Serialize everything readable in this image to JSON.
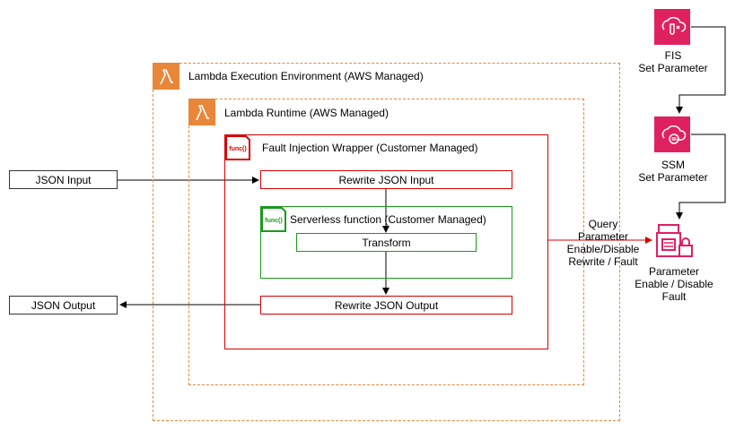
{
  "outer": {
    "label": "Lambda Execution Environment (AWS Managed)"
  },
  "runtime": {
    "label": "Lambda Runtime (AWS Managed)"
  },
  "wrapper": {
    "label": "Fault Injection Wrapper (Customer Managed)",
    "icon_text": "func()"
  },
  "serverless": {
    "label": "Serverless function (Customer Managed)",
    "icon_text": "func()"
  },
  "boxes": {
    "json_input": "JSON Input",
    "json_output": "JSON Output",
    "rewrite_input": "Rewrite JSON Input",
    "transform": "Transform",
    "rewrite_output": "Rewrite JSON Output"
  },
  "fis": {
    "line1": "FIS",
    "line2": "Set Parameter"
  },
  "ssm": {
    "line1": "SSM",
    "line2": "Set Parameter"
  },
  "parameter": {
    "line1": "Parameter",
    "line2": "Enable / Disable",
    "line3": "Fault"
  },
  "query": {
    "line1": "Query",
    "line2": "Parameter",
    "line3": "Enable/Disable",
    "line4": "Rewrite / Fault"
  },
  "colors": {
    "orange": "#e8873a",
    "red": "#d80000",
    "green": "#1a9a1a",
    "pink": "#e0215f"
  }
}
